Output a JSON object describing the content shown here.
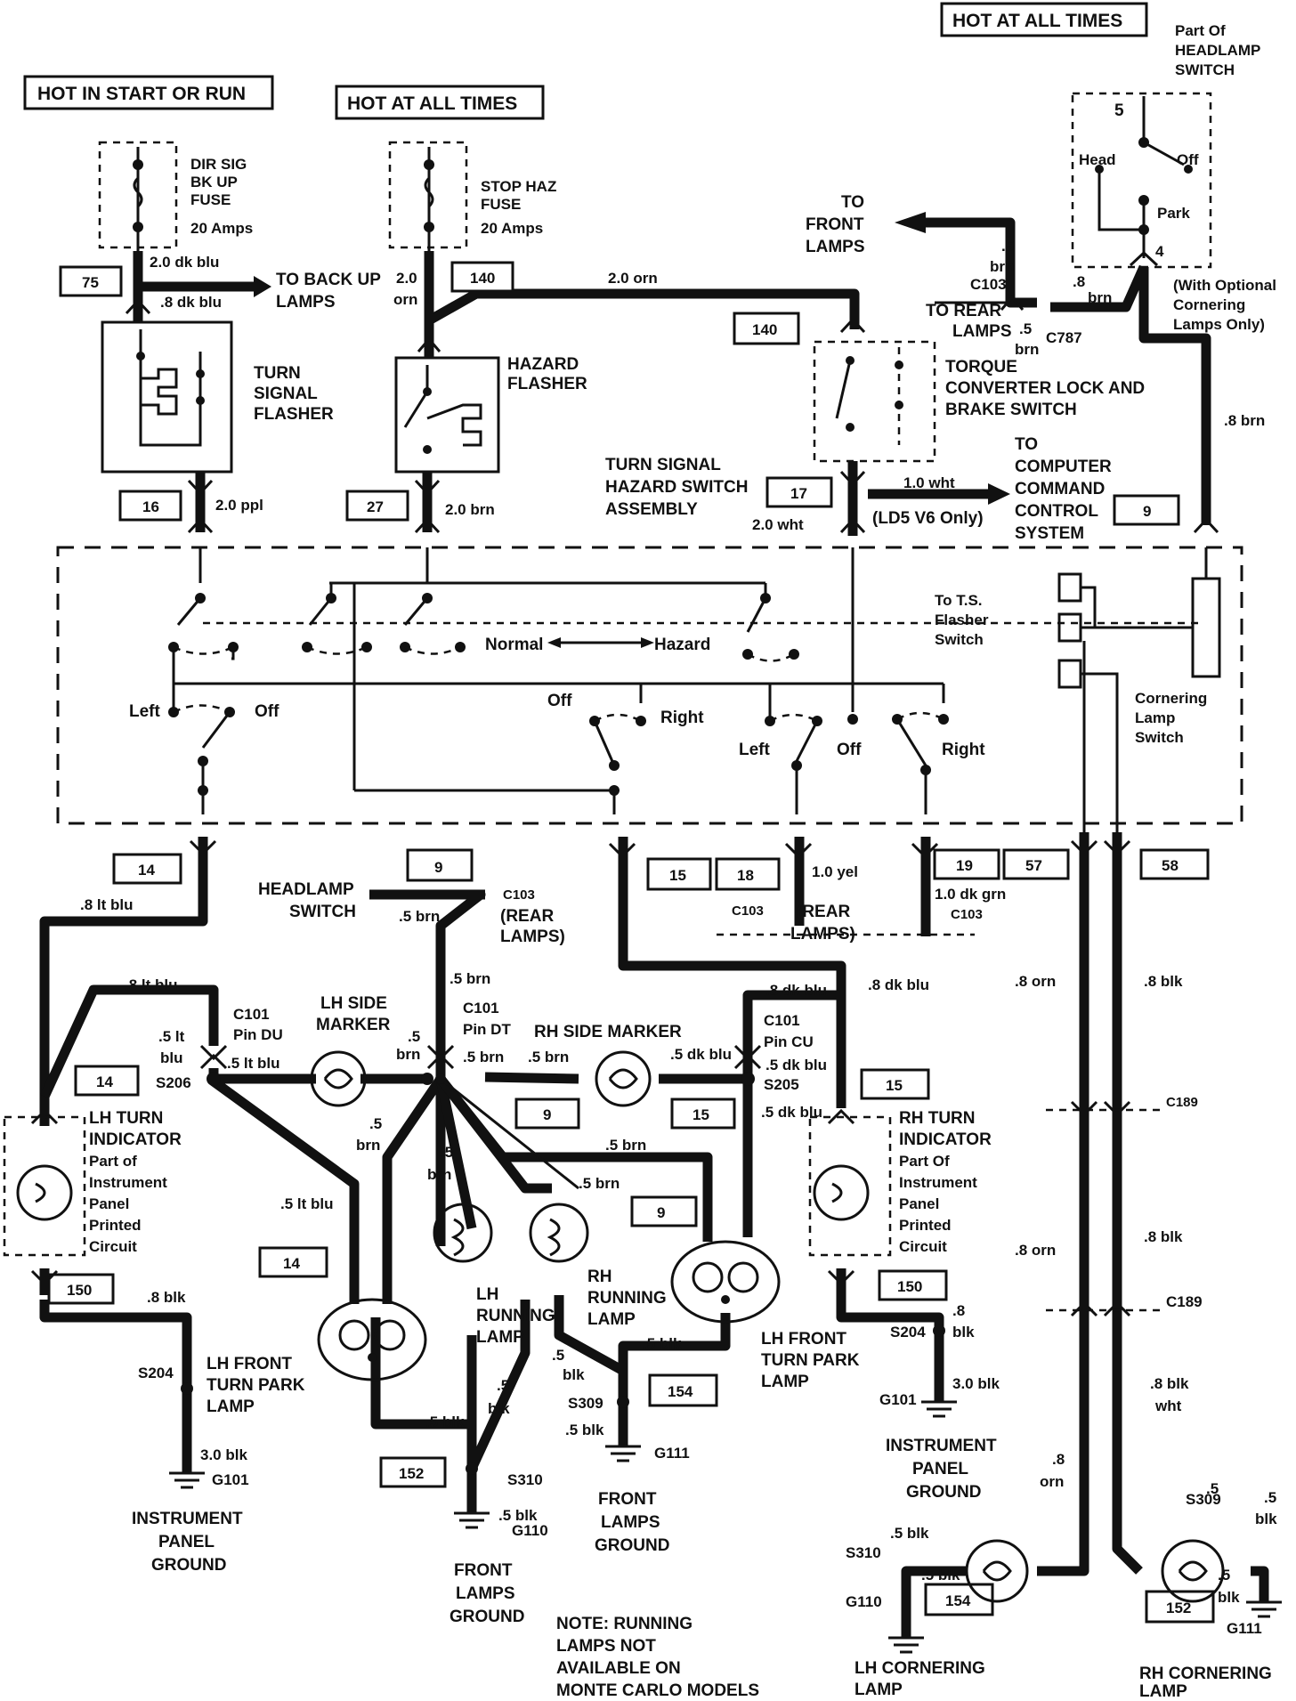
{
  "headers": {
    "hot_start_run": "HOT IN START OR RUN",
    "hot_all_1": "HOT AT ALL TIMES",
    "hot_all_2": "HOT AT ALL TIMES"
  },
  "components": {
    "dir_sig_fuse": [
      "DIR SIG",
      "BK UP",
      "FUSE",
      "20 Amps"
    ],
    "stop_haz_fuse": [
      "STOP HAZ",
      "FUSE",
      "20 Amps"
    ],
    "turn_signal_flasher": [
      "TURN",
      "SIGNAL",
      "FLASHER"
    ],
    "hazard_flasher": [
      "HAZARD",
      "FLASHER"
    ],
    "torque_converter": [
      "TORQUE",
      "CONVERTER LOCK AND",
      "BRAKE SWITCH"
    ],
    "headlamp_switch_part": [
      "Part Of",
      "HEADLAMP",
      "SWITCH"
    ],
    "ts_hazard_assembly": [
      "TURN SIGNAL",
      "HAZARD SWITCH",
      "ASSEMBLY"
    ],
    "to_computer": [
      "TO",
      "COMPUTER",
      "COMMAND",
      "CONTROL",
      "SYSTEM"
    ],
    "to_front_lamps": [
      "TO",
      "FRONT",
      "LAMPS"
    ],
    "to_back_up": [
      "TO BACK UP",
      "LAMPS"
    ],
    "to_rear_lamps": [
      "TO REAR",
      "LAMPS"
    ],
    "optional_cornering": [
      "(With Optional",
      "Cornering",
      "Lamps Only)"
    ],
    "ld5_note": "(LD5 V6 Only)",
    "to_ts_flasher": [
      "To T.S.",
      "Flasher",
      "Switch"
    ],
    "cornering_lamp_switch": [
      "Cornering",
      "Lamp",
      "Switch"
    ],
    "lh_turn_indicator": [
      "LH TURN",
      "INDICATOR",
      "Part of",
      "Instrument",
      "Panel",
      "Printed",
      "Circuit"
    ],
    "rh_turn_indicator": [
      "RH TURN",
      "INDICATOR",
      "Part Of",
      "Instrument",
      "Panel",
      "Printed",
      "Circuit"
    ],
    "lh_side_marker": [
      "LH SIDE",
      "MARKER"
    ],
    "rh_side_marker": "RH SIDE MARKER",
    "lh_front_turn_park_left": [
      "LH FRONT",
      "TURN PARK",
      "LAMP"
    ],
    "lh_front_turn_park_mid": [
      "LH FRONT",
      "TURN PARK",
      "LAMP"
    ],
    "lh_running": [
      "LH",
      "RUNNING",
      "LAMP"
    ],
    "rh_running": [
      "RH",
      "RUNNING",
      "LAMP"
    ],
    "headlamp_switch_label": [
      "HEADLAMP",
      "SWITCH"
    ],
    "rear_lamps_paren": [
      "(REAR",
      "LAMPS)"
    ],
    "rear_lamps_paren2": [
      "(REAR",
      "LAMPS)"
    ],
    "ip_ground_left": [
      "INSTRUMENT",
      "PANEL",
      "GROUND"
    ],
    "ip_ground_right": [
      "INSTRUMENT",
      "PANEL",
      "GROUND"
    ],
    "front_lamps_ground_1": [
      "FRONT",
      "LAMPS",
      "GROUND"
    ],
    "front_lamps_ground_2": [
      "FRONT",
      "LAMPS",
      "GROUND"
    ],
    "lh_cornering": [
      "LH CORNERING",
      "LAMP"
    ],
    "rh_cornering": [
      "RH CORNERING",
      "LAMP"
    ],
    "note": [
      "NOTE: RUNNING",
      "LAMPS NOT",
      "AVAILABLE ON",
      "MONTE CARLO MODELS"
    ]
  },
  "switch_labels": {
    "head": "Head",
    "off": "Off",
    "park": "Park",
    "pin5": "5",
    "pin4": "4",
    "normal": "Normal",
    "hazard": "Hazard",
    "left": "Left",
    "off1": "Off",
    "off2": "Off",
    "right1": "Right",
    "left2": "Left",
    "off3": "Off",
    "right2": "Right"
  },
  "circuit_numbers": {
    "c75": "75",
    "c140a": "140",
    "c140b": "140",
    "c16": "16",
    "c27": "27",
    "c17": "17",
    "c9a": "9",
    "c14a": "14",
    "c9b": "9",
    "c15a": "15",
    "c18": "18",
    "c19": "19",
    "c57": "57",
    "c58": "58",
    "c14b": "14",
    "c9c": "9",
    "c15b": "15",
    "c15c": "15",
    "c9d": "9",
    "c14c": "14",
    "c150a": "150",
    "c150b": "150",
    "c152a": "152",
    "c154a": "154",
    "c154b": "154",
    "c152b": "152"
  },
  "wires": {
    "w1": "2.0 dk blu",
    "w2": ".8 dk blu",
    "w3": "2.0",
    "w4": "orn",
    "w5": "2.0 orn",
    "w6": ".5",
    "w7": "brn",
    "w8": ".5",
    "w9": "brn",
    "w10": ".8",
    "w11": "brn",
    "w12": ".8 brn",
    "w13": "2.0 ppl",
    "w14": "2.0 brn",
    "w15": "1.0 wht",
    "w16": "2.0 wht",
    "w17": ".8 lt blu",
    "w18": ".5 brn",
    "w19": "1.0 yel",
    "w20": "1.0 dk grn",
    "w21": ".8 orn",
    "w22": ".8 blk",
    "w23": ".8 lt blu",
    "w24": ".5 lt",
    "w25": "blu",
    "w26": ".5 lt blu",
    "w27": ".5",
    "w28": "brn",
    "w29": ".5 brn",
    "w30": ".5 brn",
    "w31": ".5 dk blu",
    "w32": ".5 dk blu",
    "w33": ".5 dk blu",
    "w34": ".8 dk blu",
    "w35": ".8 dk blu",
    "w36": ".5",
    "w37": "brn",
    "w38": ".5 lt blu",
    "w39": ".5",
    "w40": "brn",
    "w41": ".5 brn",
    "w42": ".5 brn",
    "w43": ".8 blk",
    "w44": "3.0 blk",
    "w45": ".5 blk",
    "w46": ".5",
    "w47": "blk",
    "w48": ".5 blk",
    "w49": ".5",
    "w50": "blk",
    "w51": ".5 blk",
    "w52": ".5 blk",
    "w53": ".8",
    "w54": "blk",
    "w55": "3.0 blk",
    "w56": ".8 orn",
    "w57": ".8 blk",
    "w58": ".8 blk",
    "w59": "wht",
    "w60": ".8",
    "w61": "orn",
    "w62": ".5 blk",
    "w63": ".5 blk",
    "w64": ".5",
    "w65": "blk",
    "w66": ".5",
    "w67": "blk",
    "w68": ".5",
    "w69": ".8 blk"
  },
  "connectors": {
    "c103a": "C103",
    "c787": "C787",
    "c103b": "C103",
    "c103c": "C103",
    "c103d": "C103",
    "c101a": "C101",
    "c101a_pin": "Pin DU",
    "c101b": "C101",
    "c101b_pin": "Pin DT",
    "c101c": "C101",
    "c101c_pin": "Pin CU",
    "c189a": "C189",
    "c189b": "C189",
    "s206": "S206",
    "s205": "S205",
    "s204a": "S204",
    "s204b": "S204",
    "s309a": "S309",
    "s310a": "S310",
    "s309b": "S309",
    "s310b": "S310",
    "g101a": "G101",
    "g101b": "G101",
    "g110a": "G110",
    "g111a": "G111",
    "g110b": "G110",
    "g111b": "G111"
  }
}
